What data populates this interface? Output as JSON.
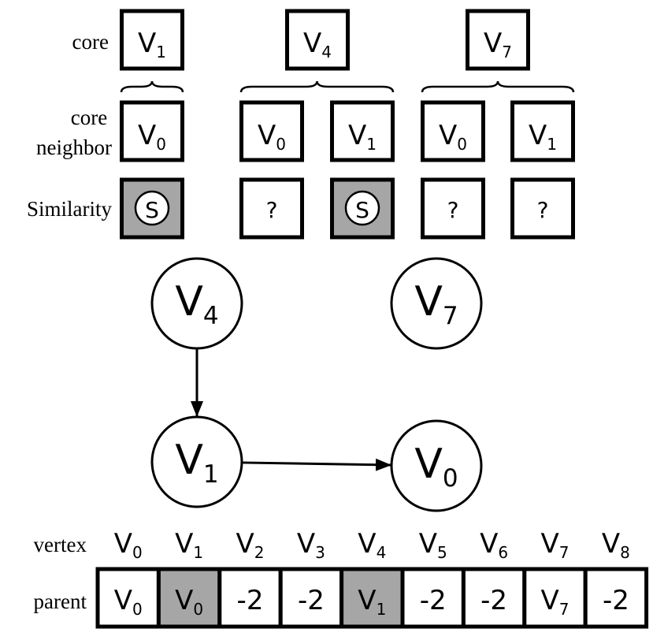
{
  "labels": {
    "core": "core",
    "core_neighbor_line1": "core",
    "core_neighbor_line2": "neighbor",
    "similarity": "Similarity",
    "vertex": "vertex",
    "parent": "parent"
  },
  "groups": [
    {
      "core": {
        "base": "V",
        "sub": "1"
      },
      "neighbors": [
        {
          "base": "V",
          "sub": "0",
          "similarity": "S",
          "similar": true
        }
      ]
    },
    {
      "core": {
        "base": "V",
        "sub": "4"
      },
      "neighbors": [
        {
          "base": "V",
          "sub": "0",
          "similarity": "?",
          "similar": false
        },
        {
          "base": "V",
          "sub": "1",
          "similarity": "S",
          "similar": true
        }
      ]
    },
    {
      "core": {
        "base": "V",
        "sub": "7"
      },
      "neighbors": [
        {
          "base": "V",
          "sub": "0",
          "similarity": "?",
          "similar": false
        },
        {
          "base": "V",
          "sub": "1",
          "similarity": "?",
          "similar": false
        }
      ]
    }
  ],
  "graph": {
    "nodes": [
      {
        "id": "v4",
        "base": "V",
        "sub": "4"
      },
      {
        "id": "v7",
        "base": "V",
        "sub": "7"
      },
      {
        "id": "v1",
        "base": "V",
        "sub": "1"
      },
      {
        "id": "v0",
        "base": "V",
        "sub": "0"
      }
    ],
    "edges": [
      {
        "from": "v4",
        "to": "v1"
      },
      {
        "from": "v1",
        "to": "v0"
      }
    ]
  },
  "vertex_array": [
    {
      "base": "V",
      "sub": "0"
    },
    {
      "base": "V",
      "sub": "1"
    },
    {
      "base": "V",
      "sub": "2"
    },
    {
      "base": "V",
      "sub": "3"
    },
    {
      "base": "V",
      "sub": "4"
    },
    {
      "base": "V",
      "sub": "5"
    },
    {
      "base": "V",
      "sub": "6"
    },
    {
      "base": "V",
      "sub": "7"
    },
    {
      "base": "V",
      "sub": "8"
    }
  ],
  "parent_array": [
    {
      "base": "V",
      "sub": "0",
      "highlight": false
    },
    {
      "base": "V",
      "sub": "0",
      "highlight": true
    },
    {
      "base": "-2",
      "sub": "",
      "highlight": false
    },
    {
      "base": "-2",
      "sub": "",
      "highlight": false
    },
    {
      "base": "V",
      "sub": "1",
      "highlight": true
    },
    {
      "base": "-2",
      "sub": "",
      "highlight": false
    },
    {
      "base": "-2",
      "sub": "",
      "highlight": false
    },
    {
      "base": "V",
      "sub": "7",
      "highlight": false
    },
    {
      "base": "-2",
      "sub": "",
      "highlight": false
    }
  ],
  "colors": {
    "stroke": "#000000",
    "highlight_fill": "#a6a6a6",
    "box_fill": "#ffffff"
  }
}
